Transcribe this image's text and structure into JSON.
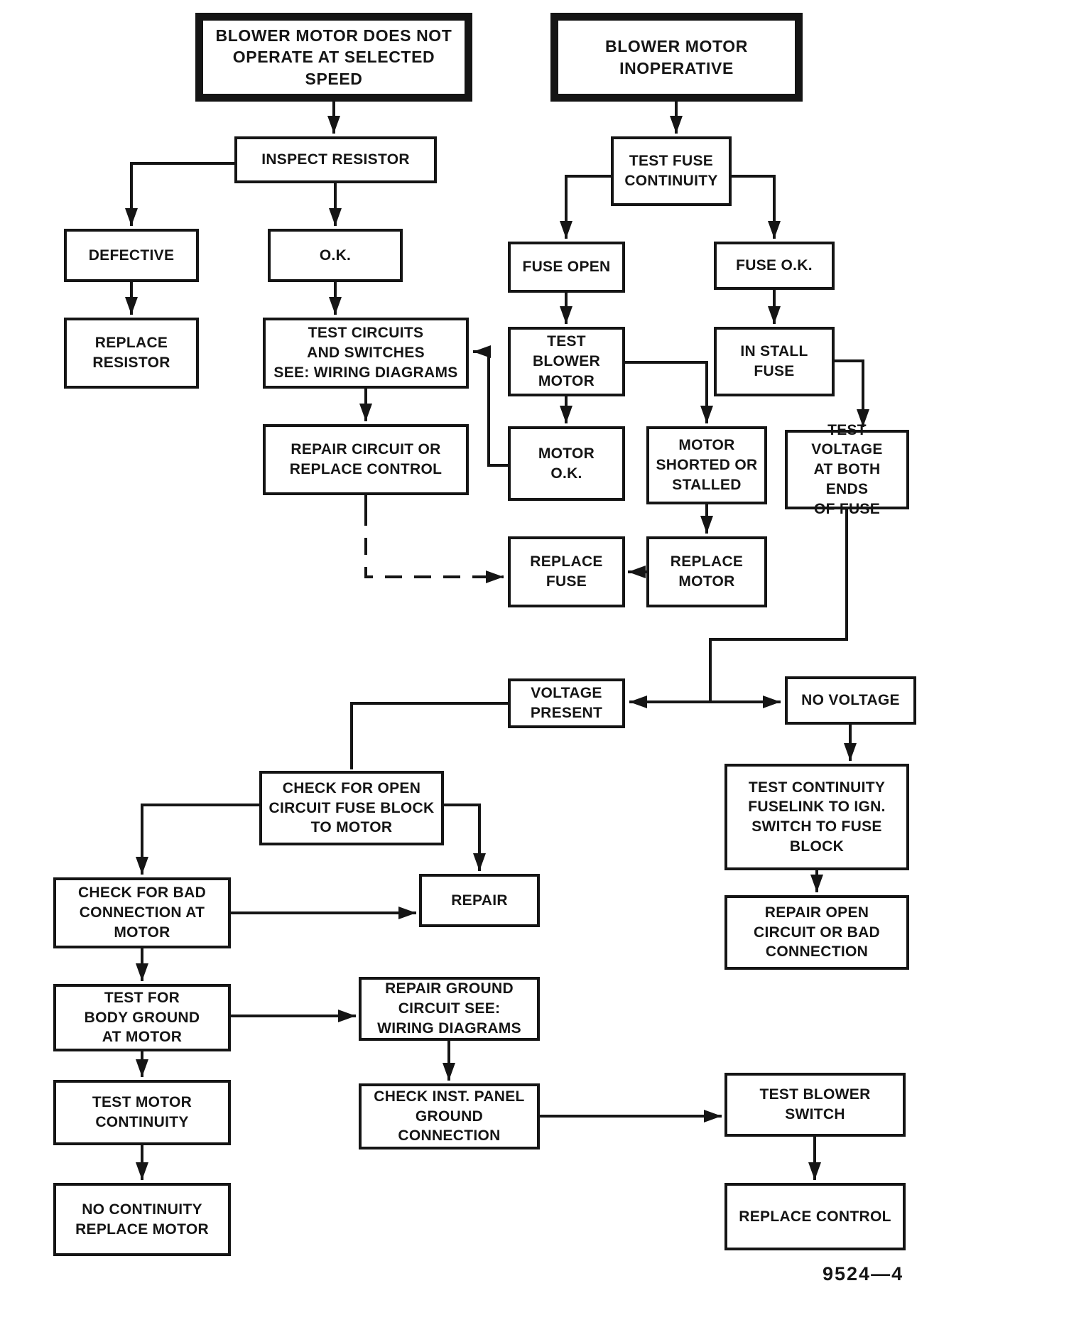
{
  "page": {
    "background": "#ffffff",
    "ink": "#151515",
    "figure_label": "9524—4"
  },
  "nodes": {
    "blower_speed": {
      "label": "BLOWER MOTOR DOES NOT\nOPERATE AT SELECTED\nSPEED"
    },
    "blower_inop": {
      "label": "BLOWER MOTOR\nINOPERATIVE"
    },
    "inspect_resistor": {
      "label": "INSPECT RESISTOR"
    },
    "test_fuse": {
      "label": "TEST FUSE\nCONTINUITY"
    },
    "defective": {
      "label": "DEFECTIVE"
    },
    "ok": {
      "label": "O.K."
    },
    "fuse_open": {
      "label": "FUSE OPEN"
    },
    "fuse_ok": {
      "label": "FUSE O.K."
    },
    "replace_resistor": {
      "label": "REPLACE\nRESISTOR"
    },
    "test_circuits": {
      "label": "TEST CIRCUITS\nAND SWITCHES\nSEE: WIRING DIAGRAMS"
    },
    "test_blower_motor": {
      "label": "TEST BLOWER\nMOTOR"
    },
    "install_fuse": {
      "label": "IN STALL\nFUSE"
    },
    "repair_circuit": {
      "label": "REPAIR CIRCUIT OR\nREPLACE CONTROL"
    },
    "motor_ok": {
      "label": "MOTOR\nO.K."
    },
    "motor_shorted": {
      "label": "MOTOR\nSHORTED OR\nSTALLED"
    },
    "test_voltage": {
      "label": "TEST VOLTAGE\nAT BOTH ENDS\nOF FUSE"
    },
    "replace_fuse": {
      "label": "REPLACE\nFUSE"
    },
    "replace_motor": {
      "label": "REPLACE\nMOTOR"
    },
    "voltage_present": {
      "label": "VOLTAGE\nPRESENT"
    },
    "no_voltage": {
      "label": "NO VOLTAGE"
    },
    "check_open_circuit": {
      "label": "CHECK FOR OPEN\nCIRCUIT FUSE BLOCK\nTO MOTOR"
    },
    "test_cont_fuselink": {
      "label": "TEST CONTINUITY\nFUSELINK TO IGN.\nSWITCH TO FUSE\nBLOCK"
    },
    "check_bad_conn": {
      "label": "CHECK FOR BAD\nCONNECTION AT\nMOTOR"
    },
    "repair": {
      "label": "REPAIR"
    },
    "repair_open": {
      "label": "REPAIR OPEN\nCIRCUIT OR BAD\nCONNECTION"
    },
    "test_body_ground": {
      "label": "TEST FOR\nBODY GROUND\nAT MOTOR"
    },
    "repair_ground": {
      "label": "REPAIR GROUND\nCIRCUIT SEE:\nWIRING DIAGRAMS"
    },
    "test_motor_cont": {
      "label": "TEST MOTOR\nCONTINUITY"
    },
    "check_inst_panel": {
      "label": "CHECK INST. PANEL\nGROUND CONNECTION"
    },
    "test_blower_switch": {
      "label": "TEST BLOWER\nSWITCH"
    },
    "no_continuity": {
      "label": "NO CONTINUITY\nREPLACE MOTOR"
    },
    "replace_control": {
      "label": "REPLACE CONTROL"
    }
  }
}
